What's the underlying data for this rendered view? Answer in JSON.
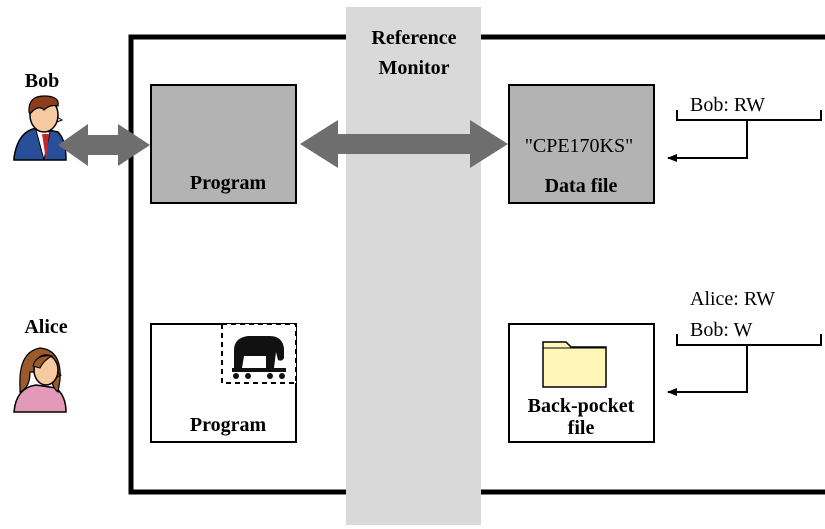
{
  "reference_monitor": {
    "line1": "Reference",
    "line2": "Monitor"
  },
  "users": {
    "bob": {
      "name": "Bob"
    },
    "alice": {
      "name": "Alice"
    }
  },
  "programs": {
    "bob_program": {
      "label": "Program"
    },
    "alice_program": {
      "label": "Program"
    }
  },
  "files": {
    "data_file": {
      "content": "\"CPE170KS\"",
      "label": "Data file"
    },
    "backpocket_file": {
      "label_line1": "Back-pocket",
      "label_line2": "file"
    }
  },
  "acls": {
    "data_file_acl": {
      "entries": [
        "Bob: RW"
      ]
    },
    "backpocket_acl": {
      "entries": [
        "Alice: RW",
        "Bob: W"
      ]
    }
  },
  "colors": {
    "box_gray": "#b3b3b3",
    "monitor_gray": "#d9d9d9",
    "arrow_gray": "#6e6e6e",
    "folder_yellow": "#fff6b8"
  }
}
